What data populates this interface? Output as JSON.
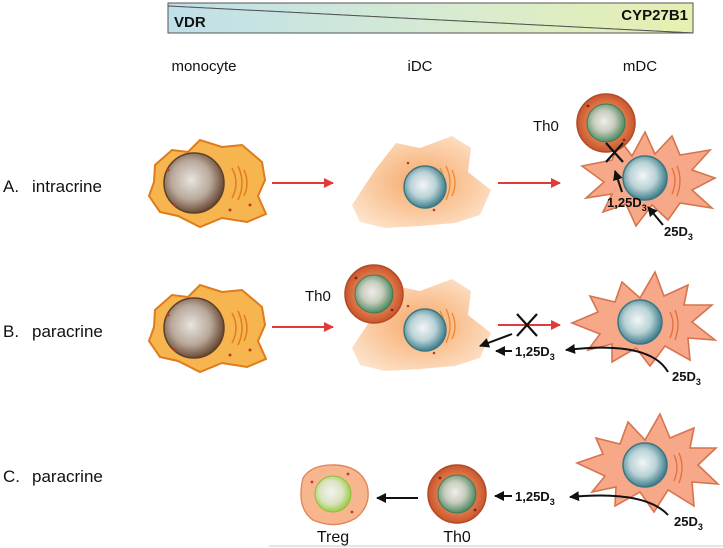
{
  "gradient_bar": {
    "left_label": "VDR",
    "right_label": "CYP27B1",
    "left_color": "#bfe0ea",
    "right_color": "#e6f0b0"
  },
  "stages": {
    "monocyte": "monocyte",
    "idc": "iDC",
    "mdc": "mDC"
  },
  "rows": [
    {
      "letter": "A.",
      "mode": "intracrine"
    },
    {
      "letter": "B.",
      "mode": "paracrine"
    },
    {
      "letter": "C.",
      "mode": "paracrine"
    }
  ],
  "molecules": {
    "active_base": "1,25D",
    "inactive_base": "25D",
    "subscript": "3"
  },
  "cells": {
    "th0": "Th0",
    "treg": "Treg"
  },
  "colors": {
    "arrow_red": "#e03a3a",
    "cell_orange": "#f3a640",
    "cell_peach": "#f9c79a",
    "t_cell_ring": "#d2693a",
    "nucleus_teal": "#4d8d9a",
    "treg_green": "#a9d45c"
  }
}
